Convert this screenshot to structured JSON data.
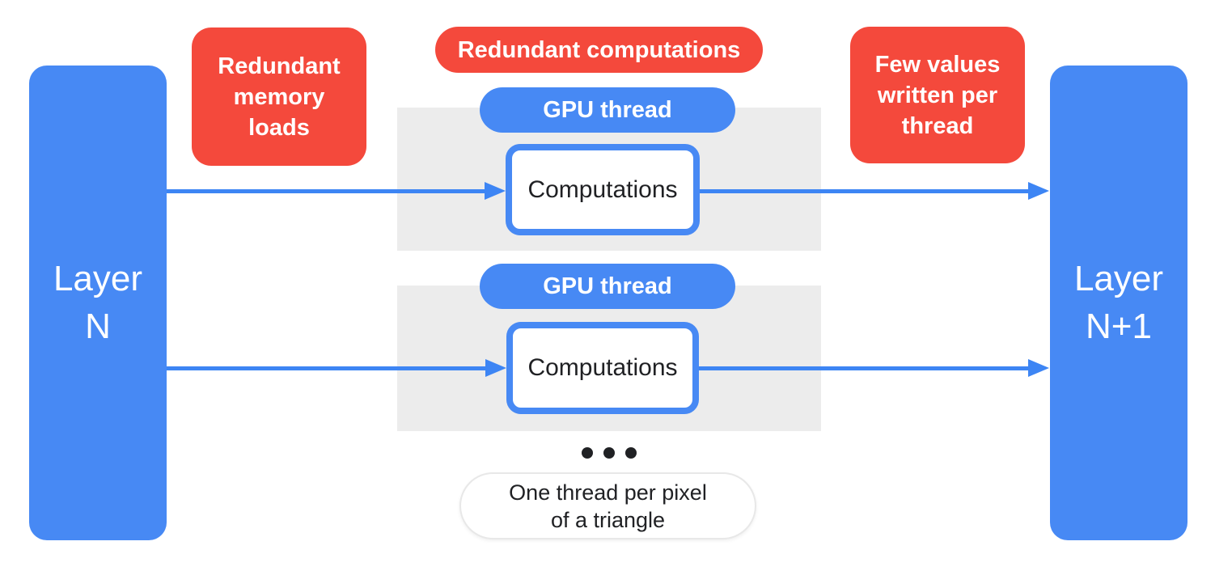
{
  "diagram": {
    "layer_left": {
      "label": "Layer\nN"
    },
    "layer_right": {
      "label": "Layer\nN+1"
    },
    "callouts": {
      "memory_loads": "Redundant\nmemory\nloads",
      "redundant_computations": "Redundant computations",
      "few_values": "Few values\nwritten per\nthread"
    },
    "threads": [
      {
        "pill": "GPU thread",
        "box": "Computations"
      },
      {
        "pill": "GPU thread",
        "box": "Computations"
      }
    ],
    "note": "One thread per pixel\nof a triangle"
  },
  "colors": {
    "blue": "#4789F4",
    "arrow_blue": "#3D85F4",
    "red": "#F4493C",
    "gray_panel": "#ECECEC",
    "text_dark": "#202124",
    "note_border": "#E8E8E8"
  }
}
